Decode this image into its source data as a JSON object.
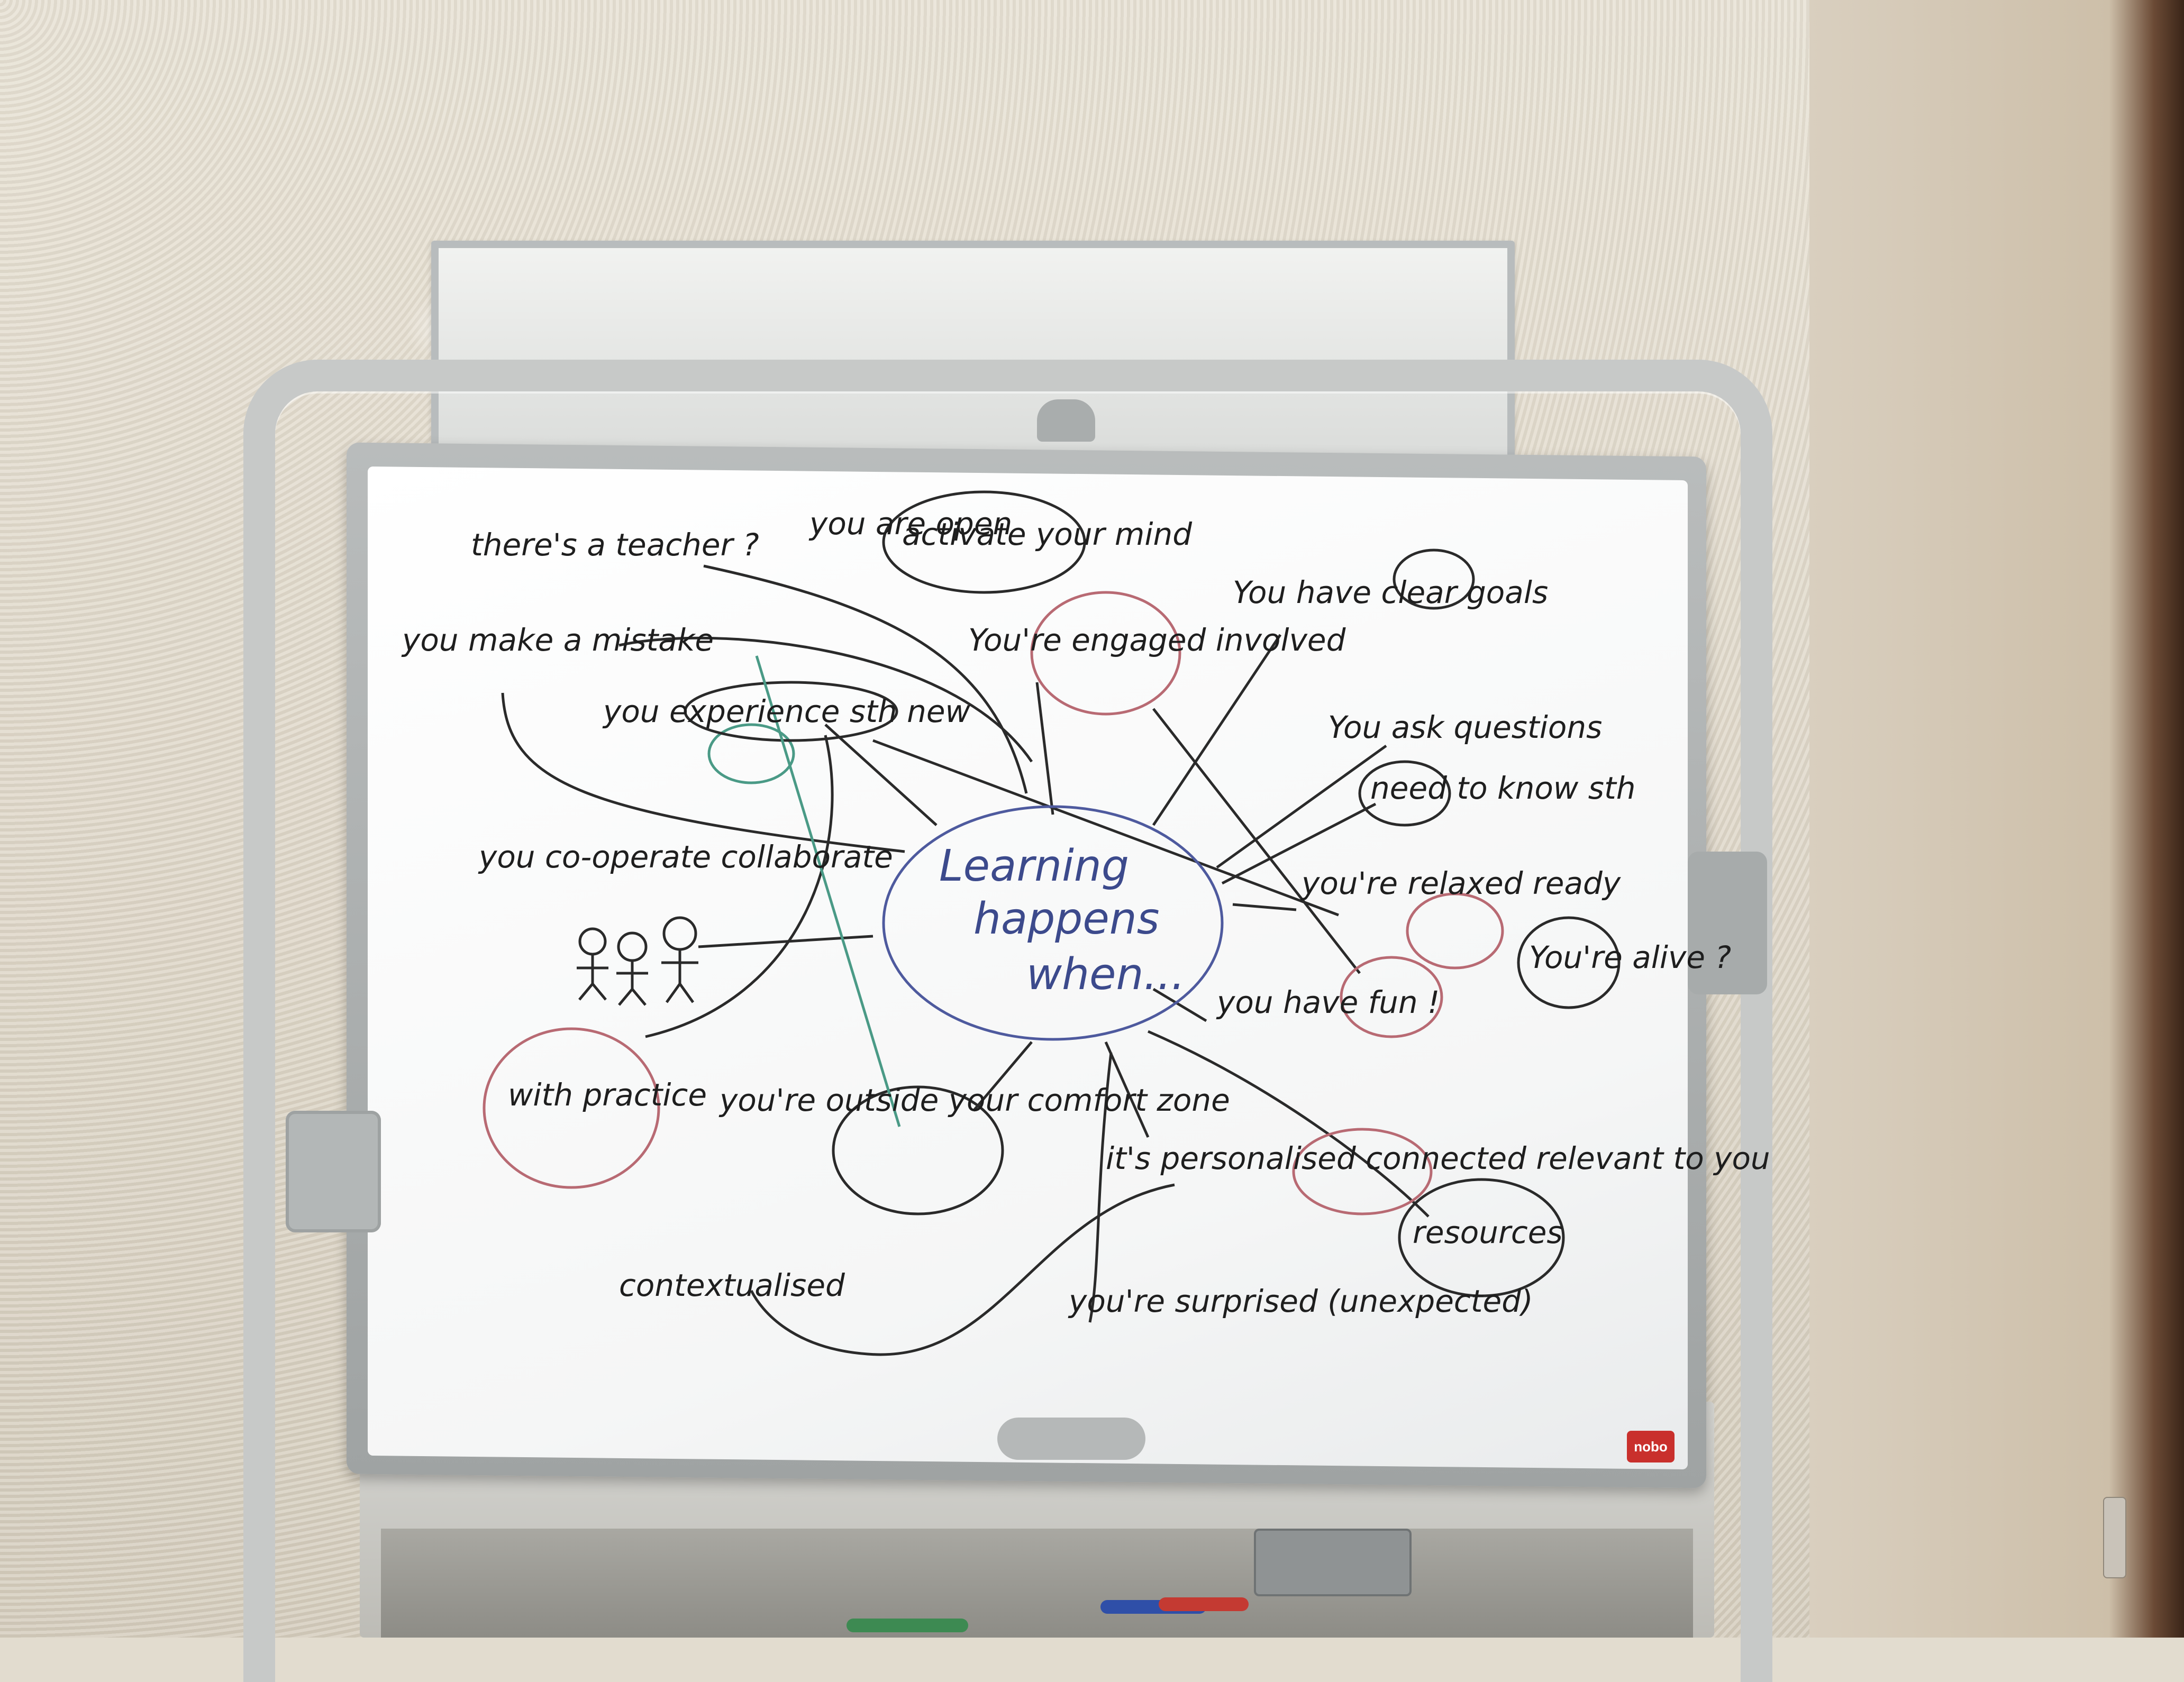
{
  "board": {
    "center": [
      "Learning",
      "happens",
      "when..."
    ],
    "logo": "nobo",
    "phrases": [
      {
        "id": "teacher",
        "text": "there's a teacher ?"
      },
      {
        "id": "open",
        "text": "you are open"
      },
      {
        "id": "activate",
        "text": "activate your mind"
      },
      {
        "id": "clear_goals",
        "text": "You have clear goals"
      },
      {
        "id": "mistake",
        "text": "you make a mistake"
      },
      {
        "id": "engaged",
        "text": "You're engaged involved"
      },
      {
        "id": "experience",
        "text": "you experience sth new"
      },
      {
        "id": "questions",
        "text": "You ask questions"
      },
      {
        "id": "need_to_know",
        "text": "need to know sth"
      },
      {
        "id": "cooperate",
        "text": "you co-operate collaborate"
      },
      {
        "id": "relaxed",
        "text": "you're relaxed ready"
      },
      {
        "id": "alive",
        "text": "You're alive ?"
      },
      {
        "id": "fun",
        "text": "you have fun !"
      },
      {
        "id": "practice",
        "text": "with practice"
      },
      {
        "id": "comfort_zone",
        "text": "you're outside your comfort zone"
      },
      {
        "id": "personalised",
        "text": "it's personalised connected relevant to you"
      },
      {
        "id": "resources",
        "text": "resources"
      },
      {
        "id": "contextualised",
        "text": "contextualised"
      },
      {
        "id": "surprised",
        "text": "you're surprised (unexpected)"
      }
    ]
  },
  "colors": {
    "ink_black": "#1e1e1e",
    "ink_blue": "#3c4a8c",
    "ink_red": "#b86a73",
    "ink_green": "#4a9a86",
    "wall": "#e2dccf",
    "frame": "#b9bcbc"
  }
}
